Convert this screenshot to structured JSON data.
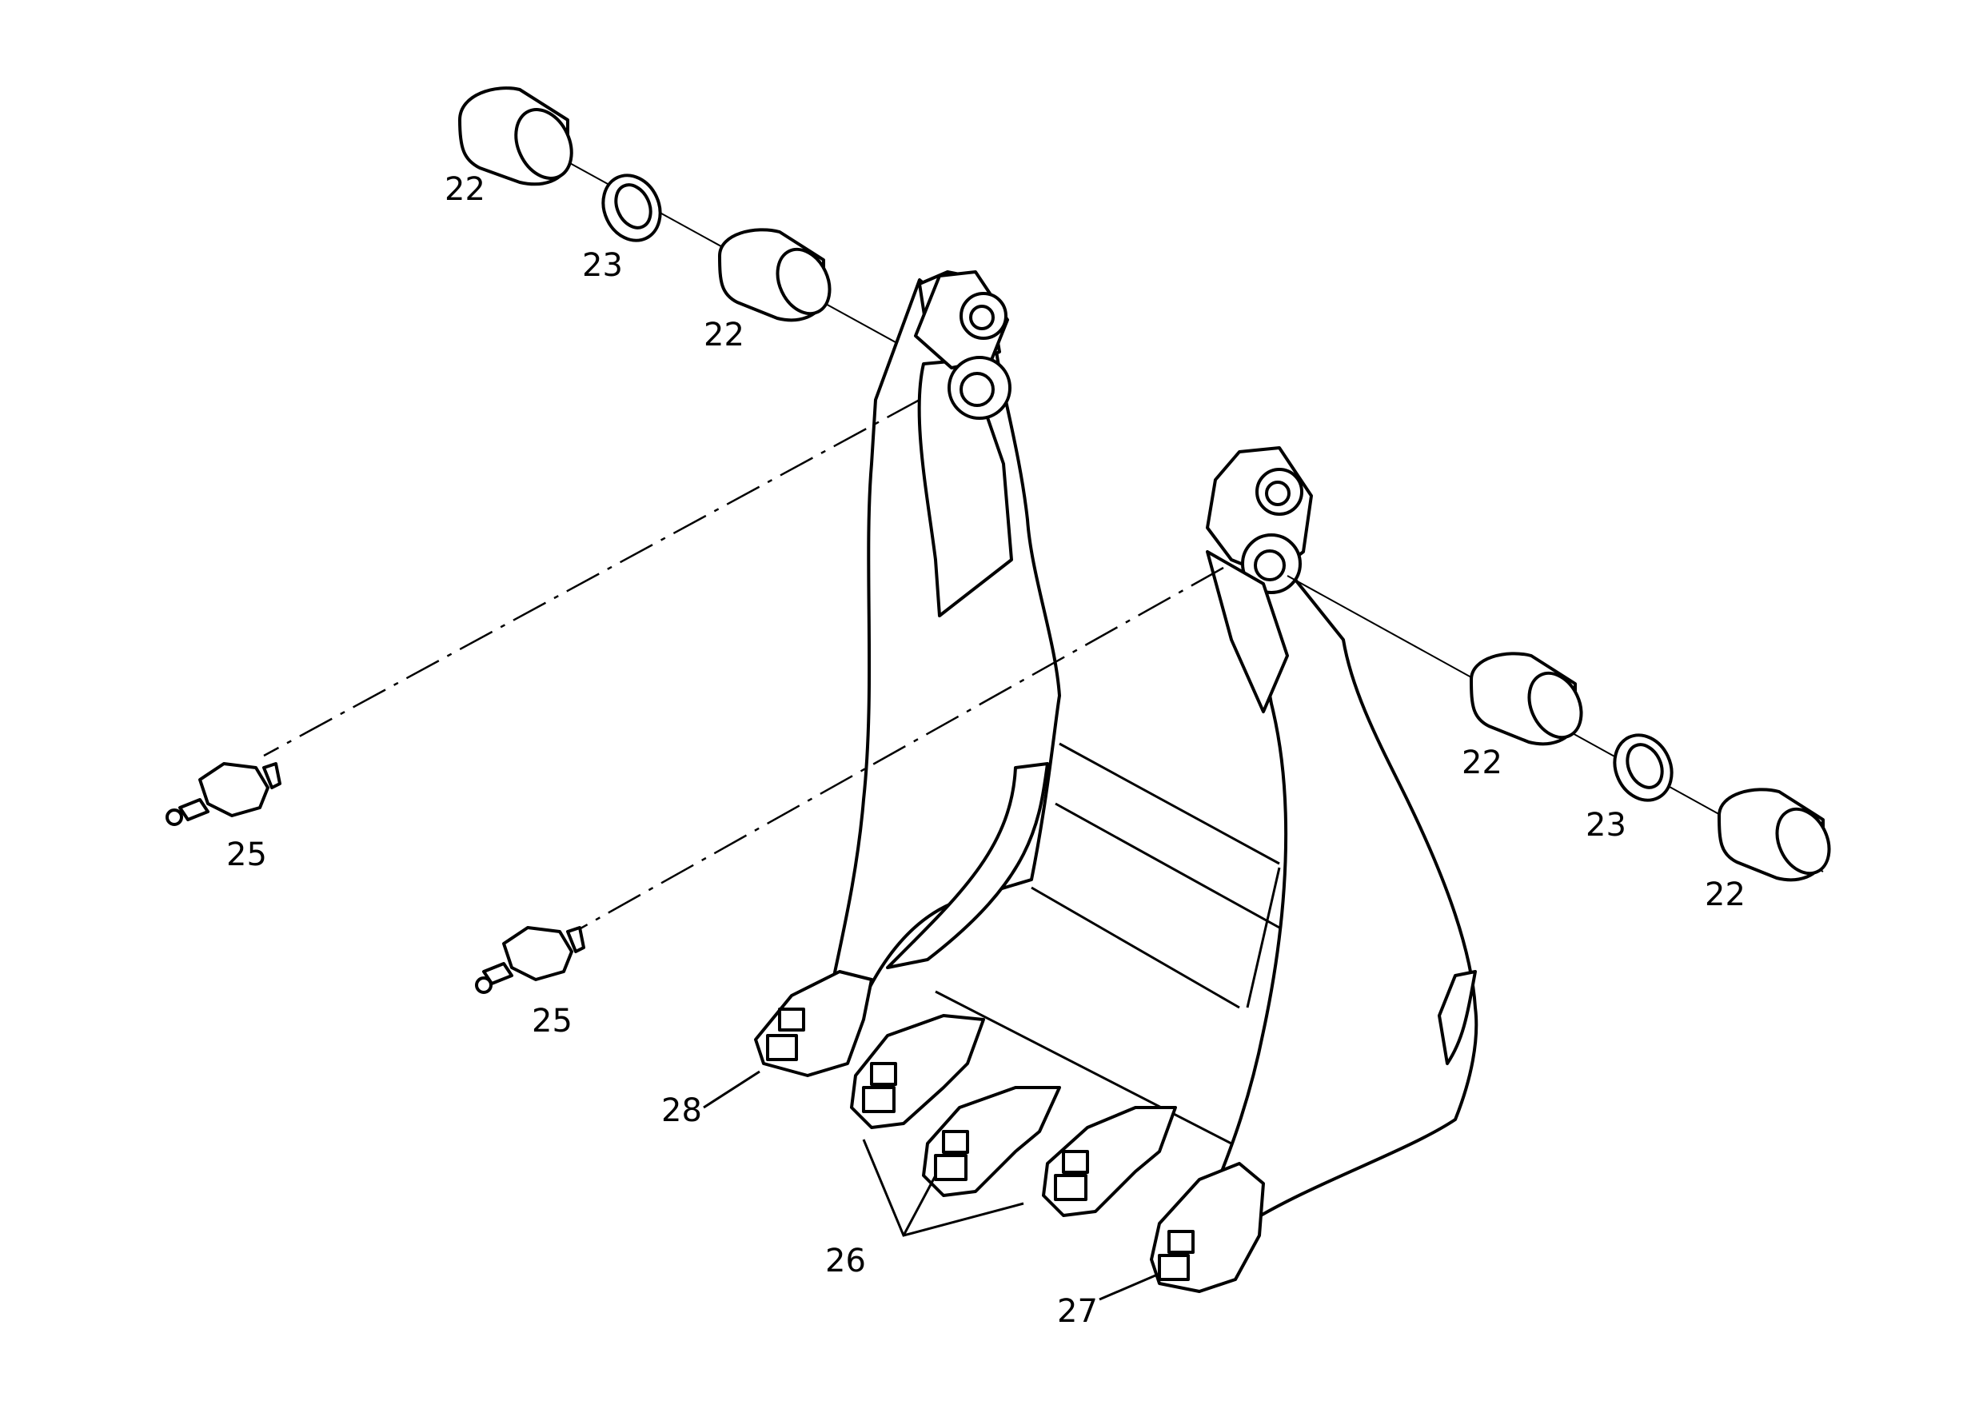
{
  "callouts": {
    "bushing_upper_left_a": "22",
    "ring_upper_left": "23",
    "bushing_upper_left_b": "22",
    "bushing_right_a": "22",
    "ring_right": "23",
    "bushing_right_b": "22",
    "grease_nipple_left": "25",
    "grease_nipple_center": "25",
    "tooth_adapter_left": "28",
    "teeth_group": "26",
    "tooth_adapter_right": "27"
  }
}
